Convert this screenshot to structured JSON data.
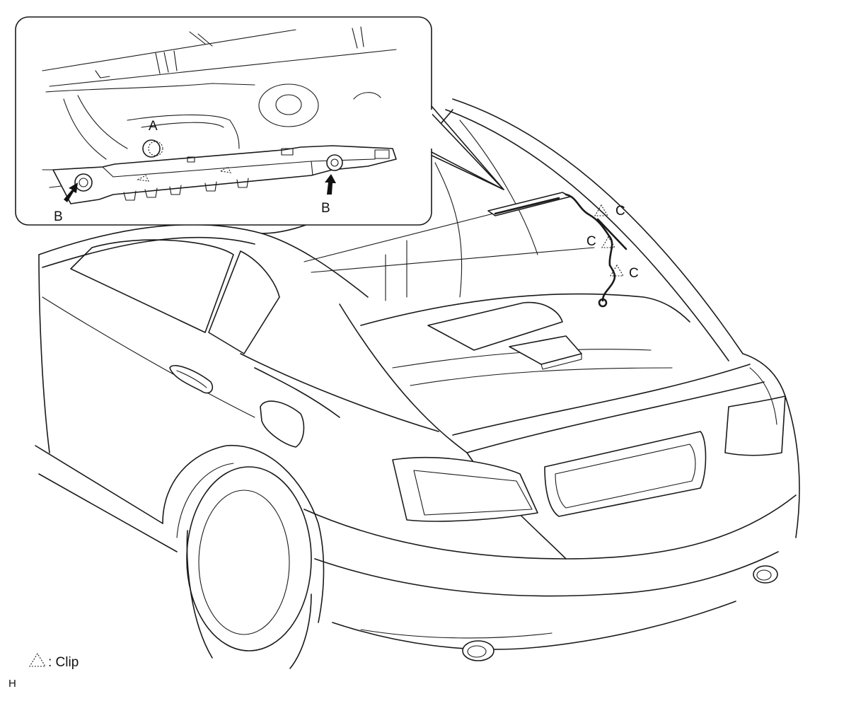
{
  "labels": {
    "a": "A",
    "b_left": "B",
    "b_right": "B",
    "c_top": "C",
    "c_mid": "C",
    "c_low": "C"
  },
  "legend": {
    "symbol": "triangle-clip-icon",
    "text": ": Clip"
  },
  "figure_code": "H"
}
